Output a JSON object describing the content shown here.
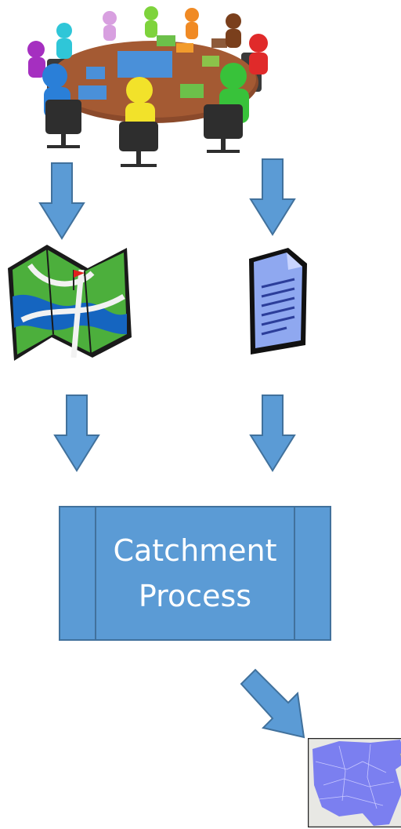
{
  "colors": {
    "arrow_fill": "#5b9bd5",
    "arrow_border": "#41719c",
    "box_fill": "#5b9bd5",
    "box_border": "#41719c",
    "box_text": "#ffffff",
    "map_green": "#4caf3c",
    "map_blue": "#1565c0",
    "document_fill": "#8fa8f0",
    "catchment_fill": "#7b7ff0"
  },
  "icons": {
    "meeting": "meeting-table-illustration",
    "map": "folded-map-icon",
    "document": "document-icon",
    "catchment_map": "catchment-map-thumbnail"
  },
  "process": {
    "line1": "Catchment",
    "line2": "Process"
  }
}
